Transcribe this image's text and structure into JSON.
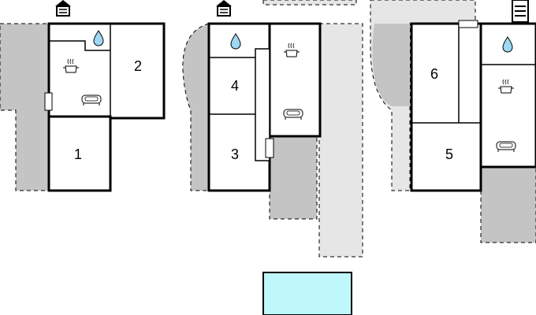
{
  "colors": {
    "dark_area": "#c4c4c4",
    "light_area": "#e6e6e6",
    "pool": "#bff8fb",
    "wall": "#000000",
    "water": "#9fd8f2"
  },
  "icons": [
    "entrance-icon",
    "water-drop-icon",
    "kitchen-pot-icon",
    "sofa-icon",
    "door-icon"
  ],
  "rooms": [
    {
      "id": "room-1",
      "label": "1"
    },
    {
      "id": "room-2",
      "label": "2"
    },
    {
      "id": "room-3",
      "label": "3"
    },
    {
      "id": "room-4",
      "label": "4"
    },
    {
      "id": "room-5",
      "label": "5"
    },
    {
      "id": "room-6",
      "label": "6"
    }
  ]
}
